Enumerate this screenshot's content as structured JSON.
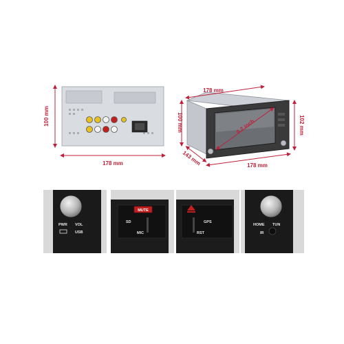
{
  "rear_view": {
    "width_label": "178 mm",
    "height_label": "100 mm"
  },
  "iso_view": {
    "top_width_label": "178 mm",
    "left_height_label": "100 mm",
    "right_height_label": "102 mm",
    "depth_label": "143 mm",
    "bottom_width_label": "178 mm",
    "diagonal_label": "6.2 inch"
  },
  "details": {
    "panel1": {
      "pwr": "PWR",
      "vol": "VOL",
      "usb": "USB"
    },
    "panel2": {
      "mute": "MUTE",
      "sd": "SD",
      "mic": "MIC"
    },
    "panel3": {
      "gps": "GPS",
      "rst": "RST"
    },
    "panel4": {
      "home": "HOME",
      "tun": "TUN",
      "ir": "IR"
    }
  },
  "colors": {
    "dimension": "#c0203a",
    "unit_body": "#3a3a3a",
    "chassis": "#d8dbe0",
    "connector_yellow": "#e8c020",
    "connector_red": "#c02020",
    "connector_white": "#f2f2f2"
  }
}
